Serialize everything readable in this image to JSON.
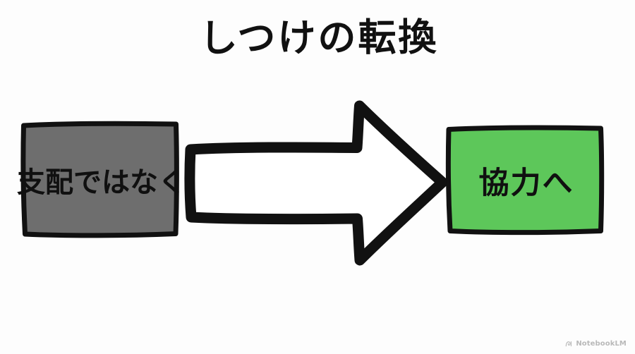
{
  "slide": {
    "title": "しつけの転換",
    "background_color": "#fdfdfd"
  },
  "diagram": {
    "type": "transition",
    "before": {
      "label": "支配ではなく",
      "fill_color": "#6e6e6e",
      "stroke_color": "#111111",
      "text_color": "#101010"
    },
    "connector": {
      "icon": "right-arrow-icon",
      "style": "hand-drawn-outline",
      "stroke_color": "#111111",
      "fill_color": "#ffffff",
      "direction": "right"
    },
    "after": {
      "label": "協力へ",
      "fill_color": "#5dc75a",
      "stroke_color": "#111111",
      "text_color": "#101010"
    }
  },
  "watermark": {
    "icon": "notebooklm-logo-icon",
    "text": "NotebookLM",
    "color": "#b9b9b9"
  }
}
